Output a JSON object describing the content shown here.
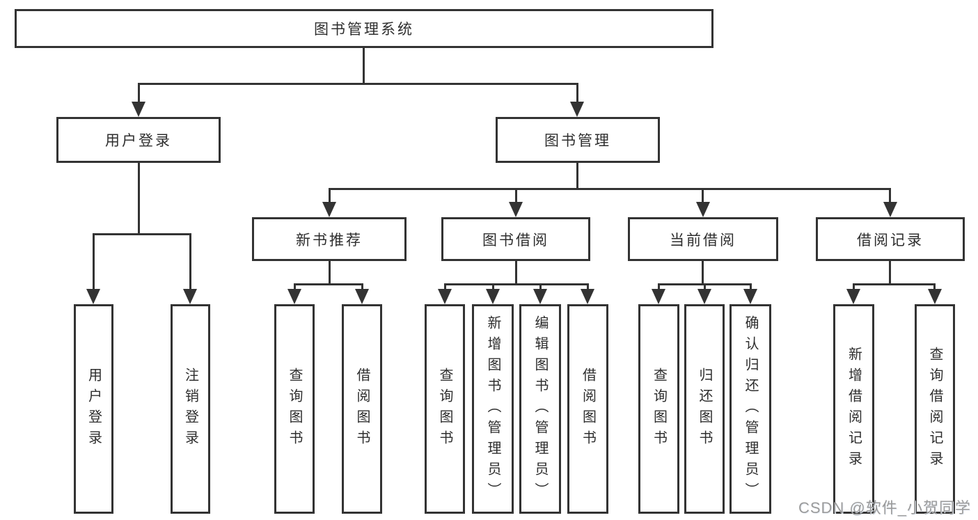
{
  "colors": {
    "line": "#333333",
    "text": "#2e2e2e",
    "background": "#ffffff",
    "watermark": "#9b9b9b"
  },
  "tree": {
    "label": "图书管理系统",
    "children": [
      {
        "label": "用户登录",
        "children": [
          {
            "label": "用户登录"
          },
          {
            "label": "注销登录"
          }
        ]
      },
      {
        "label": "图书管理",
        "children": [
          {
            "label": "新书推荐",
            "children": [
              {
                "label": "查询图书"
              },
              {
                "label": "借阅图书"
              }
            ]
          },
          {
            "label": "图书借阅",
            "children": [
              {
                "label": "查询图书"
              },
              {
                "label": "新增图书（管理员）"
              },
              {
                "label": "编辑图书（管理员）"
              },
              {
                "label": "借阅图书"
              }
            ]
          },
          {
            "label": "当前借阅",
            "children": [
              {
                "label": "查询图书"
              },
              {
                "label": "归还图书"
              },
              {
                "label": "确认归还（管理员）"
              }
            ]
          },
          {
            "label": "借阅记录",
            "children": [
              {
                "label": "新增借阅记录"
              },
              {
                "label": "查询借阅记录"
              }
            ]
          }
        ]
      }
    ]
  },
  "watermark": {
    "text": "CSDN @软件_小贺同学"
  }
}
